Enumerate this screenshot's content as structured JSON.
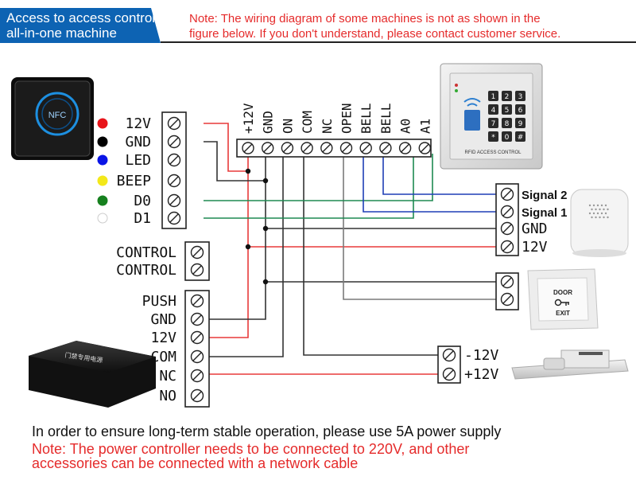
{
  "header": {
    "title_line1": "Access to access control",
    "title_line2": "all-in-one machine",
    "note_line1": "Note: The wiring diagram of some machines is not as shown in the",
    "note_line2": "figure below. If you don't understand, please contact customer service."
  },
  "reader": {
    "logo": "NFC",
    "terminals": [
      "12V",
      "GND",
      "LED",
      "BEEP",
      "D0",
      "D1"
    ],
    "dot_colors": [
      "#e8141a",
      "#000000",
      "#0a14e6",
      "#f3e81a",
      "#16801e",
      "#ffffff"
    ]
  },
  "controller": {
    "terminals": [
      "+12V",
      "GND",
      "ON",
      "COM",
      "NC",
      "OPEN",
      "BELL",
      "BELL",
      "A0",
      "A1"
    ],
    "device_label": "RFID ACCESS CONTROL",
    "keypad": [
      "1",
      "2",
      "3",
      "4",
      "5",
      "6",
      "7",
      "8",
      "9",
      "*",
      "0",
      "#"
    ]
  },
  "control_block": {
    "terminals": [
      "CONTROL",
      "CONTROL"
    ]
  },
  "power_supply": {
    "terminals": [
      "PUSH",
      "GND",
      "12V",
      "COM",
      "NC",
      "NO"
    ],
    "device_label": "门禁专用电源"
  },
  "doorbell": {
    "terminals": [
      "Signal 2",
      "Signal 1",
      "GND",
      "12V"
    ]
  },
  "exit_button": {
    "label_top": "DOOR",
    "label_bottom": "EXIT"
  },
  "lock": {
    "terminals": [
      "-12V",
      "+12V"
    ]
  },
  "wire_colors": {
    "red": "#e83a3a",
    "black": "#333333",
    "green": "#1e8a52",
    "blue": "#1f3fb5",
    "grey": "#7a7a7a"
  },
  "footer": {
    "line1": "In order to ensure long-term stable operation, please use 5A power supply",
    "line2": "Note: The power controller needs to be connected to 220V, and other",
    "line3": "accessories can be connected with a network cable"
  }
}
